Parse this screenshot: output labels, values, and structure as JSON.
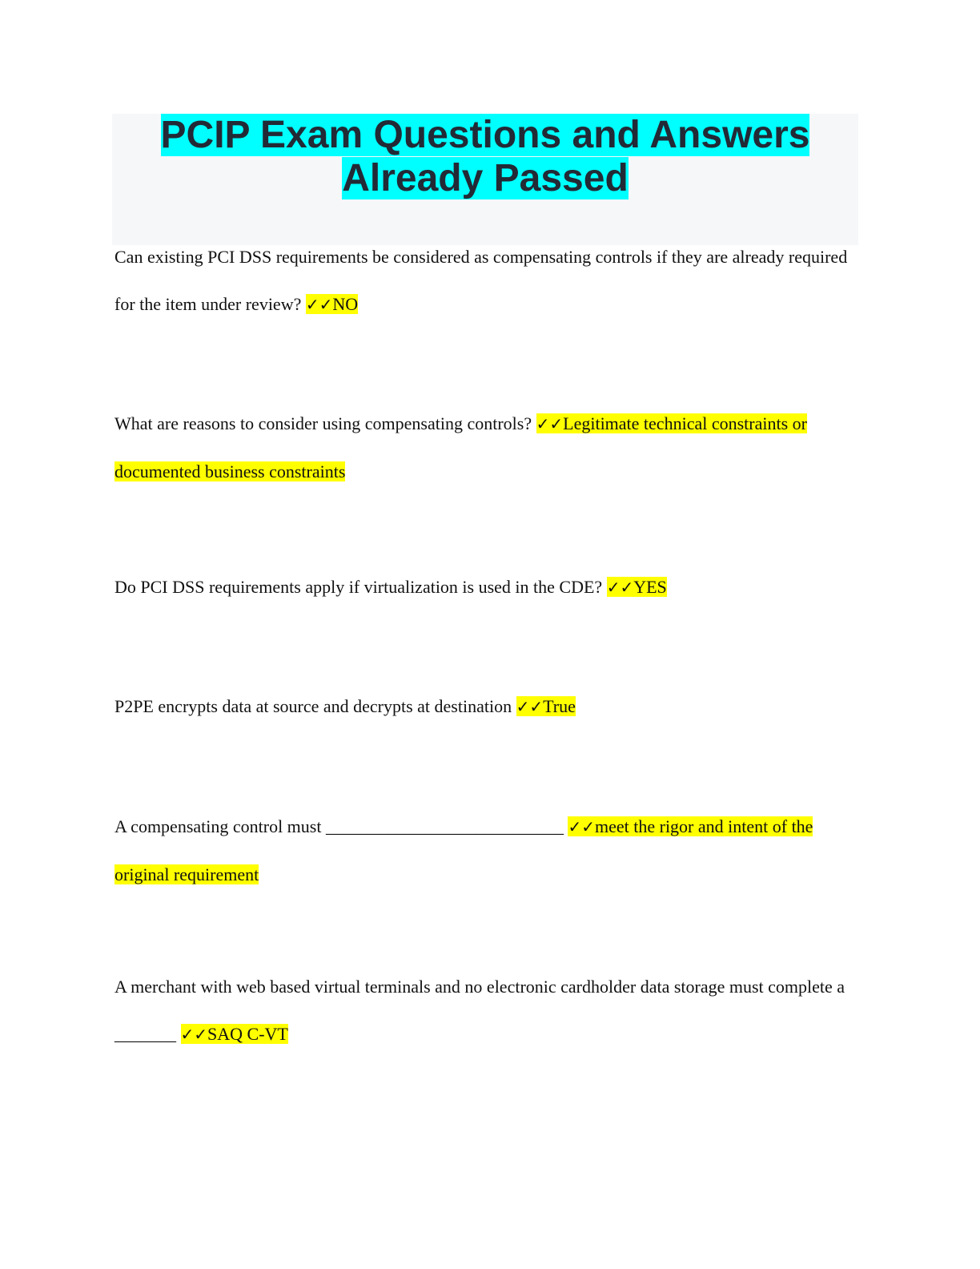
{
  "document": {
    "title_lines": [
      "PCIP Exam Questions and Answers",
      "Already Passed"
    ],
    "check_mark": "✓✓",
    "items": [
      {
        "question": "Can existing PCI DSS requirements be considered as compensating controls if they are already required for the item under review? ",
        "answer": "NO"
      },
      {
        "question": "What are reasons to consider using compensating controls? ",
        "answer": "Legitimate technical constraints or documented business constraints"
      },
      {
        "question": "Do PCI DSS requirements apply if virtualization is used in the CDE? ",
        "answer": "YES"
      },
      {
        "question": "P2PE encrypts data at source and decrypts at destination ",
        "answer": "True"
      },
      {
        "question": "A compensating control must ___________________________ ",
        "answer": "meet the rigor and intent of the original requirement"
      },
      {
        "question": "A merchant with web based virtual terminals and no electronic cardholder data storage must complete a _______ ",
        "answer": "SAQ C-VT"
      }
    ]
  }
}
